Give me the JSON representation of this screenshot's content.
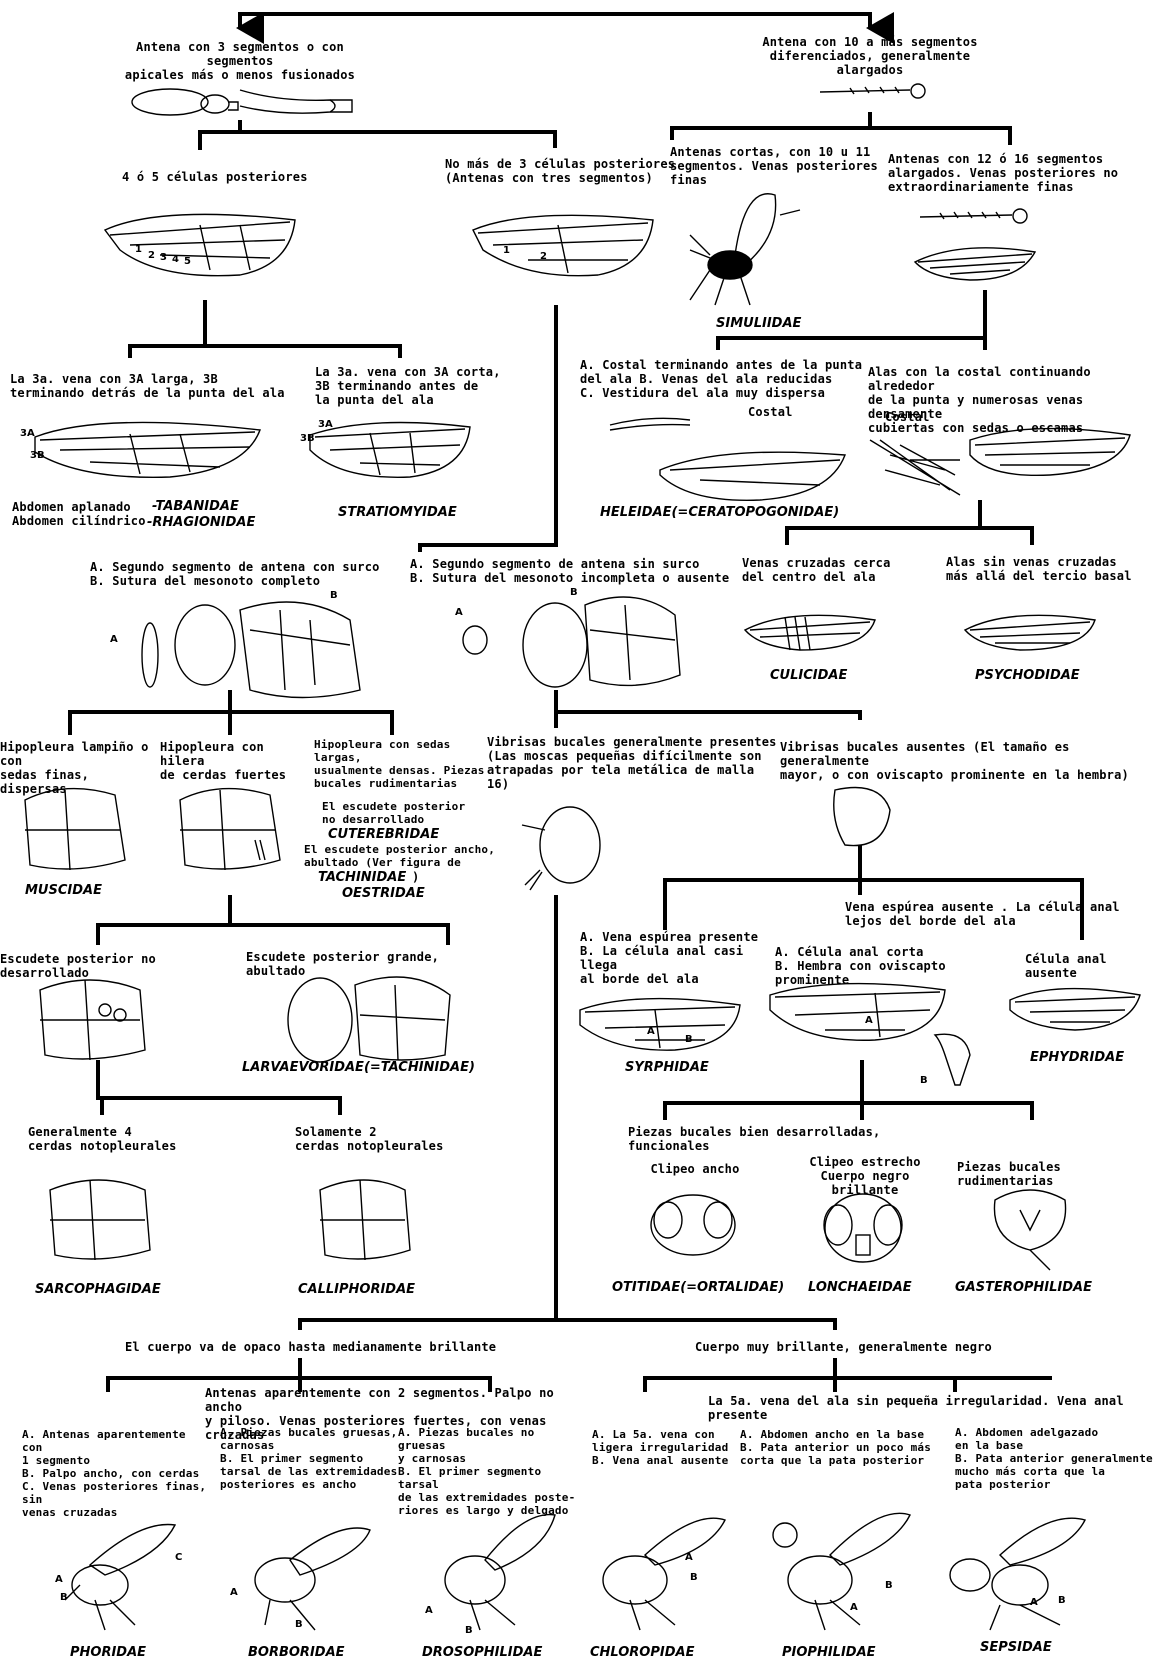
{
  "texts": {
    "n_ant3": "Antena con 3 segmentos o con segmentos\napicales más o menos fusionados",
    "n_ant10": "Antena con 10 a más segmentos\ndiferenciados, generalmente alargados",
    "n_45cel": "4 ó 5 células posteriores",
    "n_no3cel": "No más de 3 células posteriores\n(Antenas con tres segmentos)",
    "n_antcortas": "Antenas cortas, con 10 u 11\nsegmentos. Venas posteriores\nfinas",
    "n_ant12": "Antenas con 12 ó 16 segmentos\nalargados. Venas posteriores no\nextraordinariamente finas",
    "n_3a_larga": "La 3a. vena con 3A larga, 3B\nterminando detrás de la punta del ala",
    "n_3a_corta": "La 3a. vena con 3A corta,\n3B terminando antes de\nla punta del ala",
    "n_abdomen": "Abdomen aplanado\nAbdomen cilíndrico",
    "n_costal_ant": "A. Costal terminando antes de la punta\ndel ala   B. Venas del ala reducidas\nC. Vestidura del ala muy dispersa",
    "n_costal_cont": "Alas con la costal continuando alrededor\nde la punta y numerosas venas densamente\ncubiertas con sedas o escamas",
    "n_costal_lbl1": "Costal",
    "n_costal_lbl2": "Costal",
    "n_seg_surco": "A. Segundo segmento de antena con surco\nB. Sutura del mesonoto completo",
    "n_seg_sinsurco": "A. Segundo segmento de antena sin surco\nB. Sutura del mesonoto incompleta o ausente",
    "n_venas_cruz": "Venas cruzadas cerca\ndel centro del ala",
    "n_alas_sin": "Alas sin venas cruzadas\nmás allá del tercio basal",
    "n_hipo_lamp": "Hipopleura lampiño o con\nsedas finas, dispersas",
    "n_hipo_hilera": "Hipopleura con hilera\nde cerdas fuertes",
    "n_hipo_largas": "Hipopleura con sedas largas,\nusualmente densas. Piezas\nbucales rudimentarias",
    "n_escudete_nodes": "El escudete posterior\nno desarrollado",
    "n_escudete_ancho": "El escudete posterior ancho,\nabultado (Ver figura de",
    "n_tach_paren": ")",
    "n_vibr_pres": "Vibrisas bucales generalmente presentes\n(Las moscas pequeñas difícilmente son\natrapadas por tela metálica de malla 16)",
    "n_vibr_aus": "Vibrisas bucales ausentes (El tamaño es generalmente\nmayor, o con oviscapto prominente en la hembra)",
    "n_esc_nodes": "Escudete posterior no desarrollado",
    "n_esc_grande": "Escudete posterior grande, abultado",
    "n_vena_esp_aus": "Vena espúrea ausente . La célula anal\nlejos del borde del ala",
    "n_vena_esp_pres": "A. Vena espúrea presente\nB. La célula anal casi llega\nal borde del ala",
    "n_anal_corta": "A. Célula anal corta\nB. Hembra con oviscapto prominente",
    "n_anal_ausente": "Célula anal ausente",
    "n_gen4": "Generalmente 4\ncerdas notopleurales",
    "n_sol2": "Solamente 2\ncerdas notopleurales",
    "n_piezas_bien": "Piezas bucales bien desarrolladas, funcionales",
    "n_clipeo_ancho": "Clipeo ancho",
    "n_clipeo_estrecho": "Clipeo estrecho\nCuerpo negro brillante",
    "n_piezas_rud": "Piezas bucales rudimentarias",
    "n_opaco": "El cuerpo va de opaco hasta medianamente brillante",
    "n_muy_brillante": "Cuerpo muy brillante, generalmente negro",
    "n_ant2": "Antenas aparentemente con 2 segmentos. Palpo no ancho\ny piloso. Venas posteriores fuertes, con venas cruzadas",
    "n_5a_vena": "La 5a. vena del ala sin pequeña irregularidad. Vena anal presente",
    "n_phor": "A. Antenas aparentemente con\n   1 segmento\nB. Palpo ancho, con cerdas\nC. Venas posteriores finas, sin\n   venas cruzadas",
    "n_borb": "A. Piezas bucales gruesas,\n   carnosas\nB. El primer segmento\n   tarsal de las extremidades\n   posteriores es ancho",
    "n_dros": "A. Piezas bucales no gruesas\n   y carnosas\nB. El primer segmento tarsal\n   de las extremidades poste-\n   riores es largo y delgado",
    "n_chlor": "A. La 5a. vena con\n   ligera irregularidad\nB. Vena anal ausente",
    "n_piop": "A. Abdomen ancho en la base\nB. Pata anterior un poco más\n   corta que la pata posterior",
    "n_seps": "A. Abdomen adelgazado\n   en la base\nB. Pata anterior generalmente\n   mucho más corta que la\n   pata posterior"
  },
  "families": {
    "simuliidae": "SIMULIIDAE",
    "tabanidae": "-TABANIDAE",
    "rhagionidae": "-RHAGIONIDAE",
    "stratiomyidae": "STRATIOMYIDAE",
    "heleidae": "HELEIDAE(=CERATOPOGONIDAE)",
    "culicidae": "CULICIDAE",
    "psychodidae": "PSYCHODIDAE",
    "muscidae": "MUSCIDAE",
    "cuterebridae": "CUTEREBRIDAE",
    "tachinidae_ref": "TACHINIDAE",
    "oestridae": "OESTRIDAE",
    "larvaevoridae": "LARVAEVORIDAE(=TACHINIDAE)",
    "syrphidae": "SYRPHIDAE",
    "ephydridae": "EPHYDRIDAE",
    "sarcophagidae": "SARCOPHAGIDAE",
    "calliphoridae": "CALLIPHORIDAE",
    "otitidae": "OTITIDAE(=ORTALIDAE)",
    "lonchaeidae": "LONCHAEIDAE",
    "gasterophilidae": "GASTEROPHILIDAE",
    "phoridae": "PHORIDAE",
    "borboridae": "BORBORIDAE",
    "drosophilidae": "DROSOPHILIDAE",
    "chloropidae": "CHLOROPIDAE",
    "piophilidae": "PIOPHILIDAE",
    "sepsidae": "SEPSIDAE"
  },
  "figure_labels": {
    "a": "A",
    "b": "B",
    "c": "C",
    "cell1": "1",
    "cell2": "2",
    "cell3": "3",
    "cell4": "4",
    "cell5": "5",
    "vein3a": "3A",
    "vein3b": "3B"
  }
}
